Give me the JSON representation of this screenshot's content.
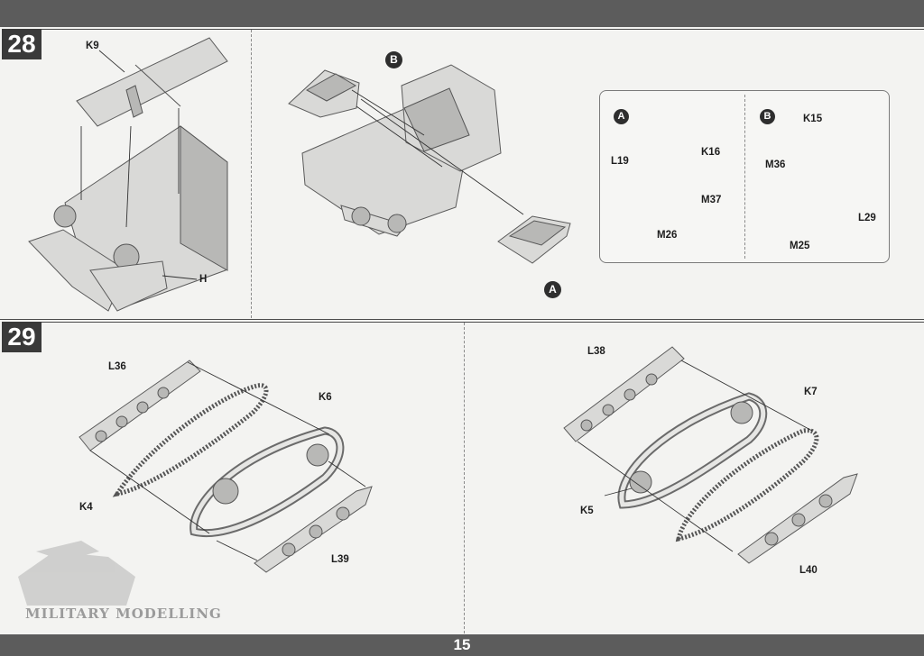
{
  "page": {
    "number": "15",
    "watermark": "MILITARY MODELLING"
  },
  "steps": [
    {
      "number": "28"
    },
    {
      "number": "29"
    }
  ],
  "step28": {
    "labels": {
      "k9": "K9",
      "h": "H"
    },
    "callouts": {
      "b": "B",
      "a": "A"
    },
    "inset": {
      "a": {
        "callout": "A",
        "k16": "K16",
        "l19": "L19",
        "m37": "M37",
        "m26": "M26"
      },
      "b": {
        "callout": "B",
        "k15": "K15",
        "m36": "M36",
        "l29": "L29",
        "m25": "M25"
      }
    }
  },
  "step29": {
    "left": {
      "l36": "L36",
      "k6": "K6",
      "k4": "K4",
      "l39": "L39"
    },
    "right": {
      "l38": "L38",
      "k7": "K7",
      "k5": "K5",
      "l40": "L40"
    }
  }
}
